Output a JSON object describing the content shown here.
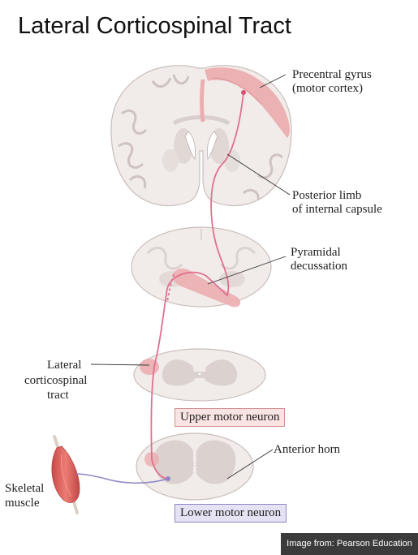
{
  "title": "Lateral Corticospinal Tract",
  "labels": {
    "precentral_1": "Precentral gyrus",
    "precentral_2": "(motor cortex)",
    "posterior_1": "Posterior limb",
    "posterior_2": "of internal  capsule",
    "pyramidal_1": "Pyramidal",
    "pyramidal_2": "decussation",
    "lateral_1": "Lateral",
    "lateral_2": "corticospinal",
    "lateral_3": "tract",
    "upper_motor_neuron": "Upper motor neuron",
    "anterior_horn": "Anterior horn",
    "skeletal_1": "Skeletal",
    "skeletal_2": "muscle",
    "lower_motor_neuron": "Lower motor neuron"
  },
  "credit": "Image from: Pearson Education",
  "colors": {
    "upper_neuron": "#e0708f",
    "upper_box_fill": "#f9e3e3",
    "upper_box_border": "#d38f8f",
    "lower_neuron": "#8f86c6",
    "lower_box_fill": "#e5e2f4",
    "lower_box_border": "#8f86c6",
    "motor_cortex": "#ebaeb0",
    "muscle": "#e2635f",
    "white_matter": "#f1ecea",
    "gray_matter": "#dbd2cf"
  }
}
